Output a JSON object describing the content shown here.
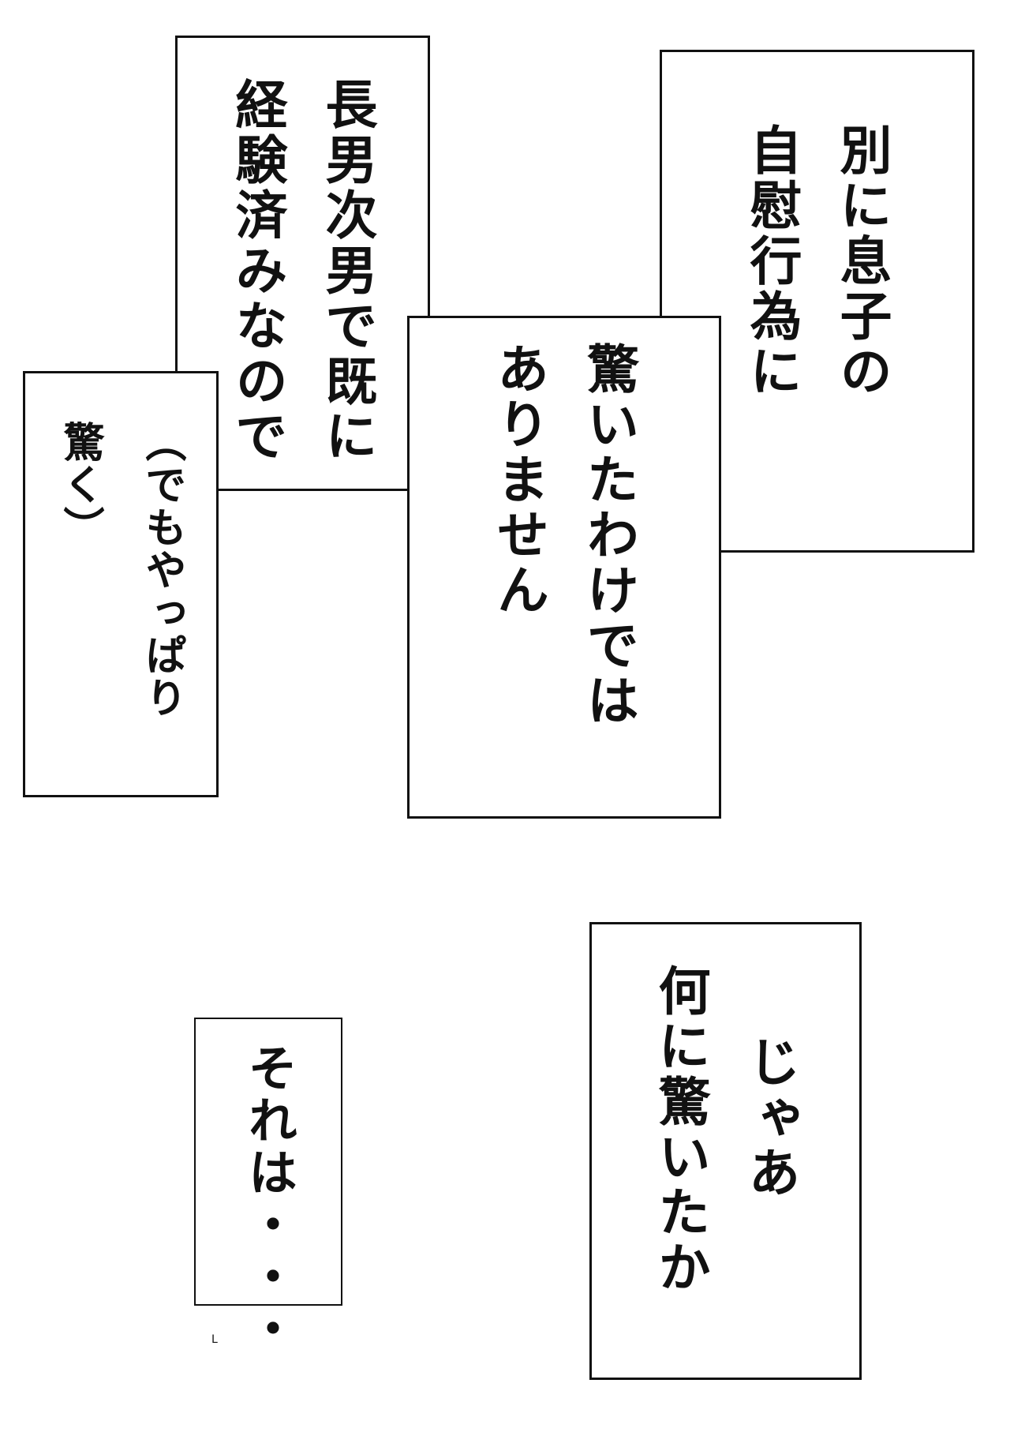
{
  "boxes": [
    {
      "lines": [
        "別に息子の",
        "自慰行為に"
      ]
    },
    {
      "lines": [
        "長男次男で既に",
        "経験済みなので"
      ]
    },
    {
      "lines": [
        "驚いたわけでは",
        "ありません"
      ]
    },
    {
      "lines": [
        "（でもやっぱり",
        "驚く）"
      ]
    },
    {
      "lines": [
        "じゃあ",
        "何に驚いたか"
      ]
    },
    {
      "lines": [
        "それは・・・"
      ]
    }
  ],
  "corner_mark": "L"
}
